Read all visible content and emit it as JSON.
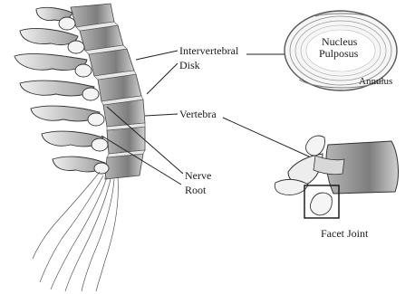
{
  "labels": {
    "intervertebral_line1": "Intervertebral",
    "intervertebral_line2": "Disk",
    "vertebra": "Vertebra",
    "nerve_line1": "Nerve",
    "nerve_line2": "Root",
    "nucleus_line1": "Nucleus",
    "nucleus_line2": "Pulposus",
    "annulus": "Annulus",
    "facet_joint": "Facet Joint"
  }
}
